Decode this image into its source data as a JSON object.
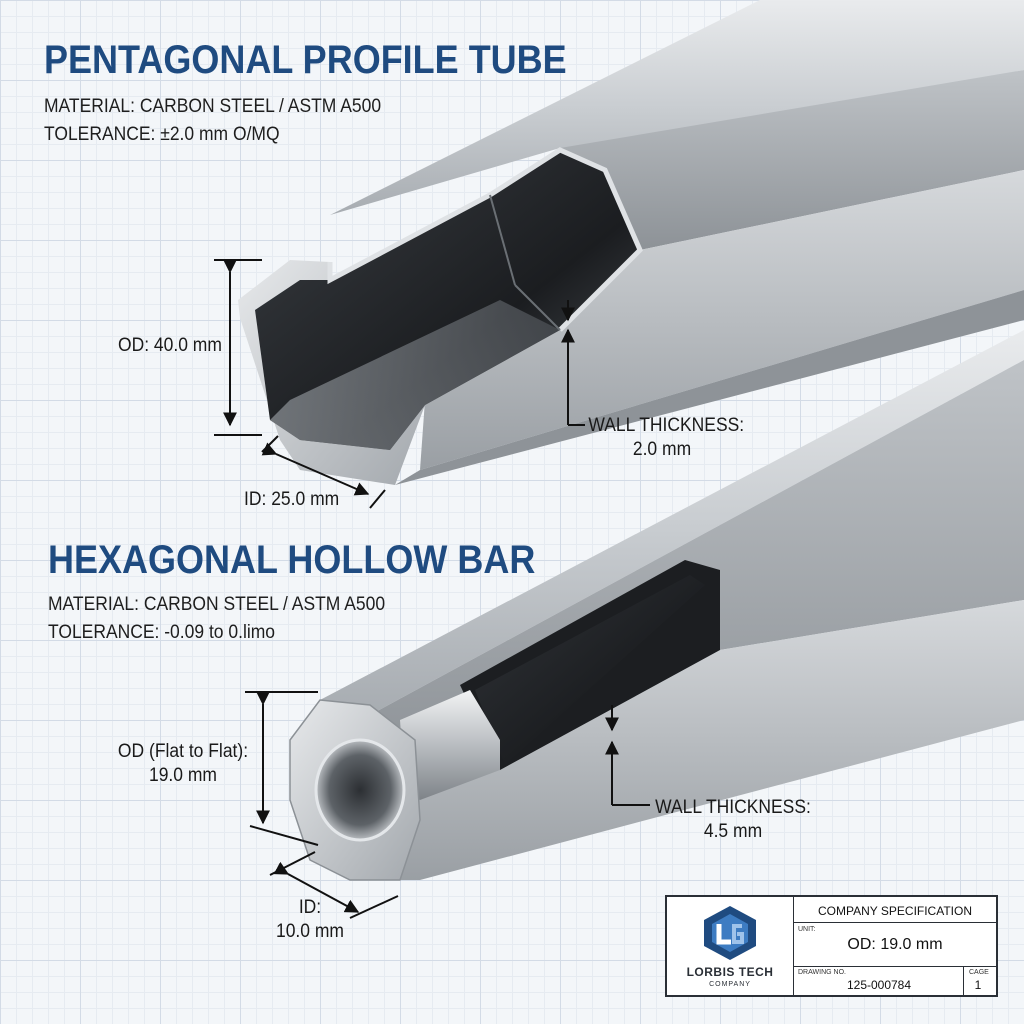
{
  "pentagonal": {
    "title": "PENTAGONAL PROFILE TUBE",
    "material": "MATERIAL: CARBON STEEL / ASTM A500",
    "tolerance": "TOLERANCE: ±2.0 mm O/MQ",
    "od_label": "OD: 40.0 mm",
    "id_label": "ID: 25.0 mm",
    "wall_label_line1": "WALL THICKNESS:",
    "wall_label_line2": "2.0 mm"
  },
  "hexagonal": {
    "title": "HEXAGONAL HOLLOW BAR",
    "material": "MATERIAL: CARBON STEEL / ASTM A500",
    "tolerance": "TOLERANCE: -0.09 to 0.limo",
    "od_label_line1": "OD (Flat to Flat):",
    "od_label_line2": "19.0 mm",
    "id_label_line1": "ID:",
    "id_label_line2": "10.0 mm",
    "wall_label_line1": "WALL THICKNESS:",
    "wall_label_line2": "4.5 mm"
  },
  "title_block": {
    "company_name": "LORBIS TECH",
    "company_sub": "COMPANY",
    "spec_header": "COMPANY SPECIFICATION",
    "unit_label": "UNIT:",
    "unit_value": "OD: 19.0 mm",
    "drawing_no_label": "DRAWING NO.",
    "drawing_no_value": "125-000784",
    "cage_label": "CAGE",
    "cage_value": "1"
  },
  "colors": {
    "title_blue": "#1f4b80",
    "steel_light": "#cfd3d7",
    "steel_dark": "#6c7176",
    "grid": "#d3dbe6"
  }
}
